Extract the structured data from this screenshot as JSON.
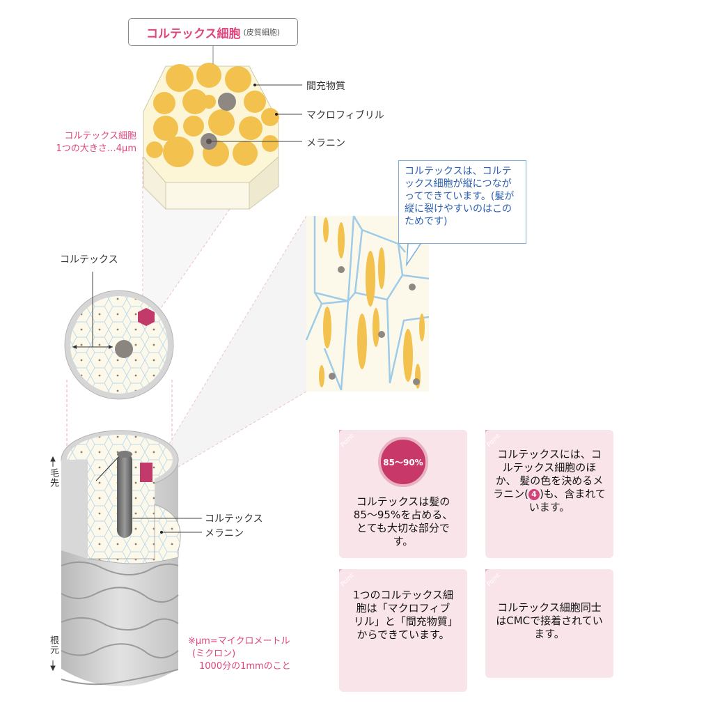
{
  "diagram": {
    "title": "コルテックス細胞",
    "title_sub": "(皮質細胞)",
    "labels": {
      "matrix": "間充物質",
      "macrofibril": "マクロフィブリル",
      "melanin_top": "メラニン",
      "cortex_circle": "コルテックス",
      "cortex_lower": "コルテックス",
      "melanin_lower": "メラニン",
      "tip": "毛先",
      "root": "根元"
    },
    "size_note": [
      "コルテックス細胞",
      "1つの大きさ…4μm"
    ],
    "micron_note": [
      "※μm=マイクロメートル",
      "(ミクロン)",
      "1000分の1mmのこと"
    ],
    "bubble_text": "コルテックスは、コルテックス細胞が縦につながってできています。(髪が縦に裂けやすいのはこのためです)",
    "colors": {
      "accent": "#e0457e",
      "fibril": "#f2c14e",
      "cell_edge": "#9dcbe8",
      "card_bg": "#f9e4ea"
    }
  },
  "cards": [
    {
      "tag": "Point",
      "badge": "85〜90%",
      "text": "コルテックスは髪の85〜95%を占める、とても大切な部分です。"
    },
    {
      "tag": "Point",
      "text_before": "コルテックスには、コルテックス細胞のほか、 髪の色を決めるメラニン(",
      "ref": "4",
      "text_after": ")も、含まれています。"
    },
    {
      "tag": "Point",
      "text": "1つのコルテックス細胞は「マクロフィブリル」と「間充物質」からできています。"
    },
    {
      "tag": "Point",
      "text": "コルテックス細胞同士はCMCで接着されています。"
    }
  ]
}
